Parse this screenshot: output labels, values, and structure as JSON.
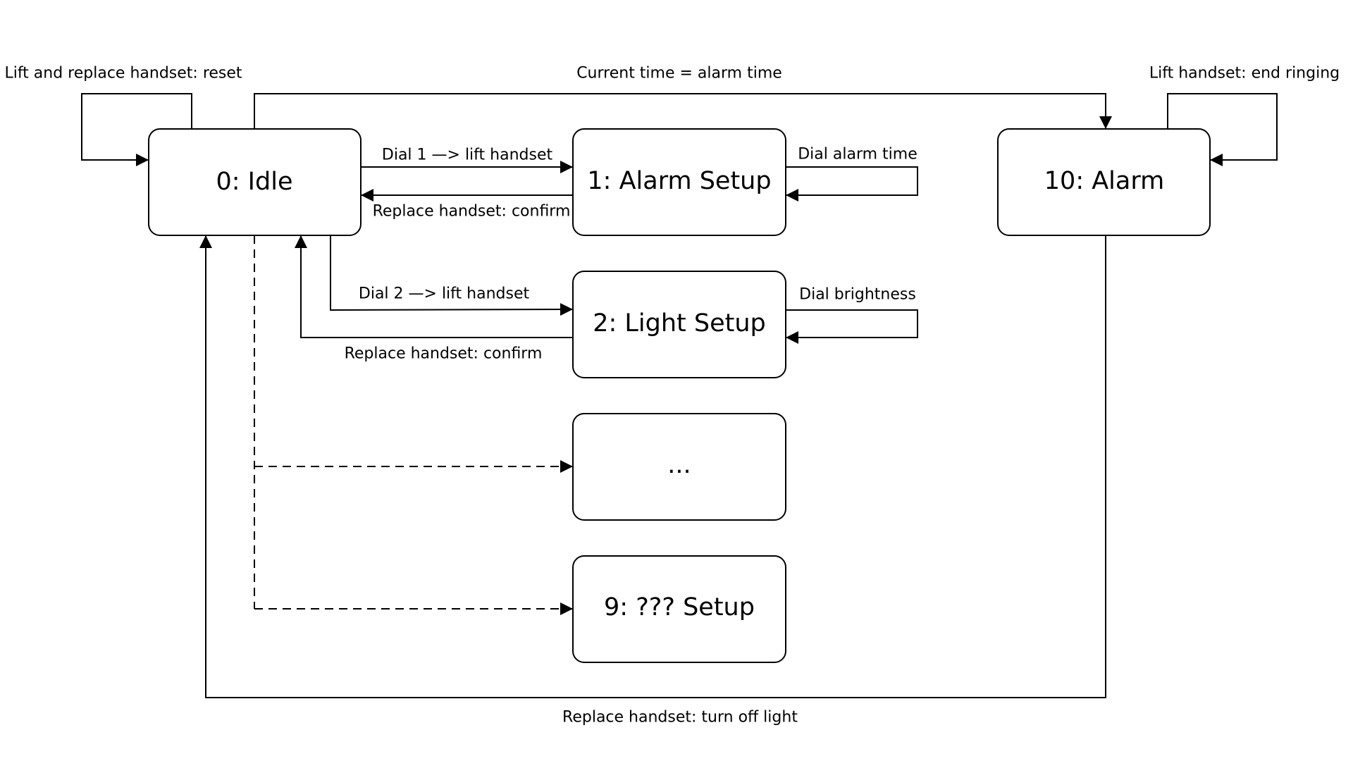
{
  "states": {
    "idle": "0: Idle",
    "alarm_setup": "1: Alarm Setup",
    "light_setup": "2: Light Setup",
    "ellipsis": "...",
    "other_setup": "9: ??? Setup",
    "alarm": "10: Alarm"
  },
  "transitions": {
    "idle_self": "Lift and replace handset: reset",
    "idle_to_alarm": "Current time = alarm time",
    "alarm_self": "Lift handset: end ringing",
    "idle_to_alarm_setup": "Dial 1 —> lift handset",
    "alarm_setup_to_idle": "Replace handset: confirm",
    "alarm_setup_self": "Dial alarm time",
    "idle_to_light_setup": "Dial 2 —> lift handset",
    "light_setup_to_idle": "Replace handset: confirm",
    "light_setup_self": "Dial brightness",
    "alarm_to_idle": "Replace handset: turn off light"
  }
}
